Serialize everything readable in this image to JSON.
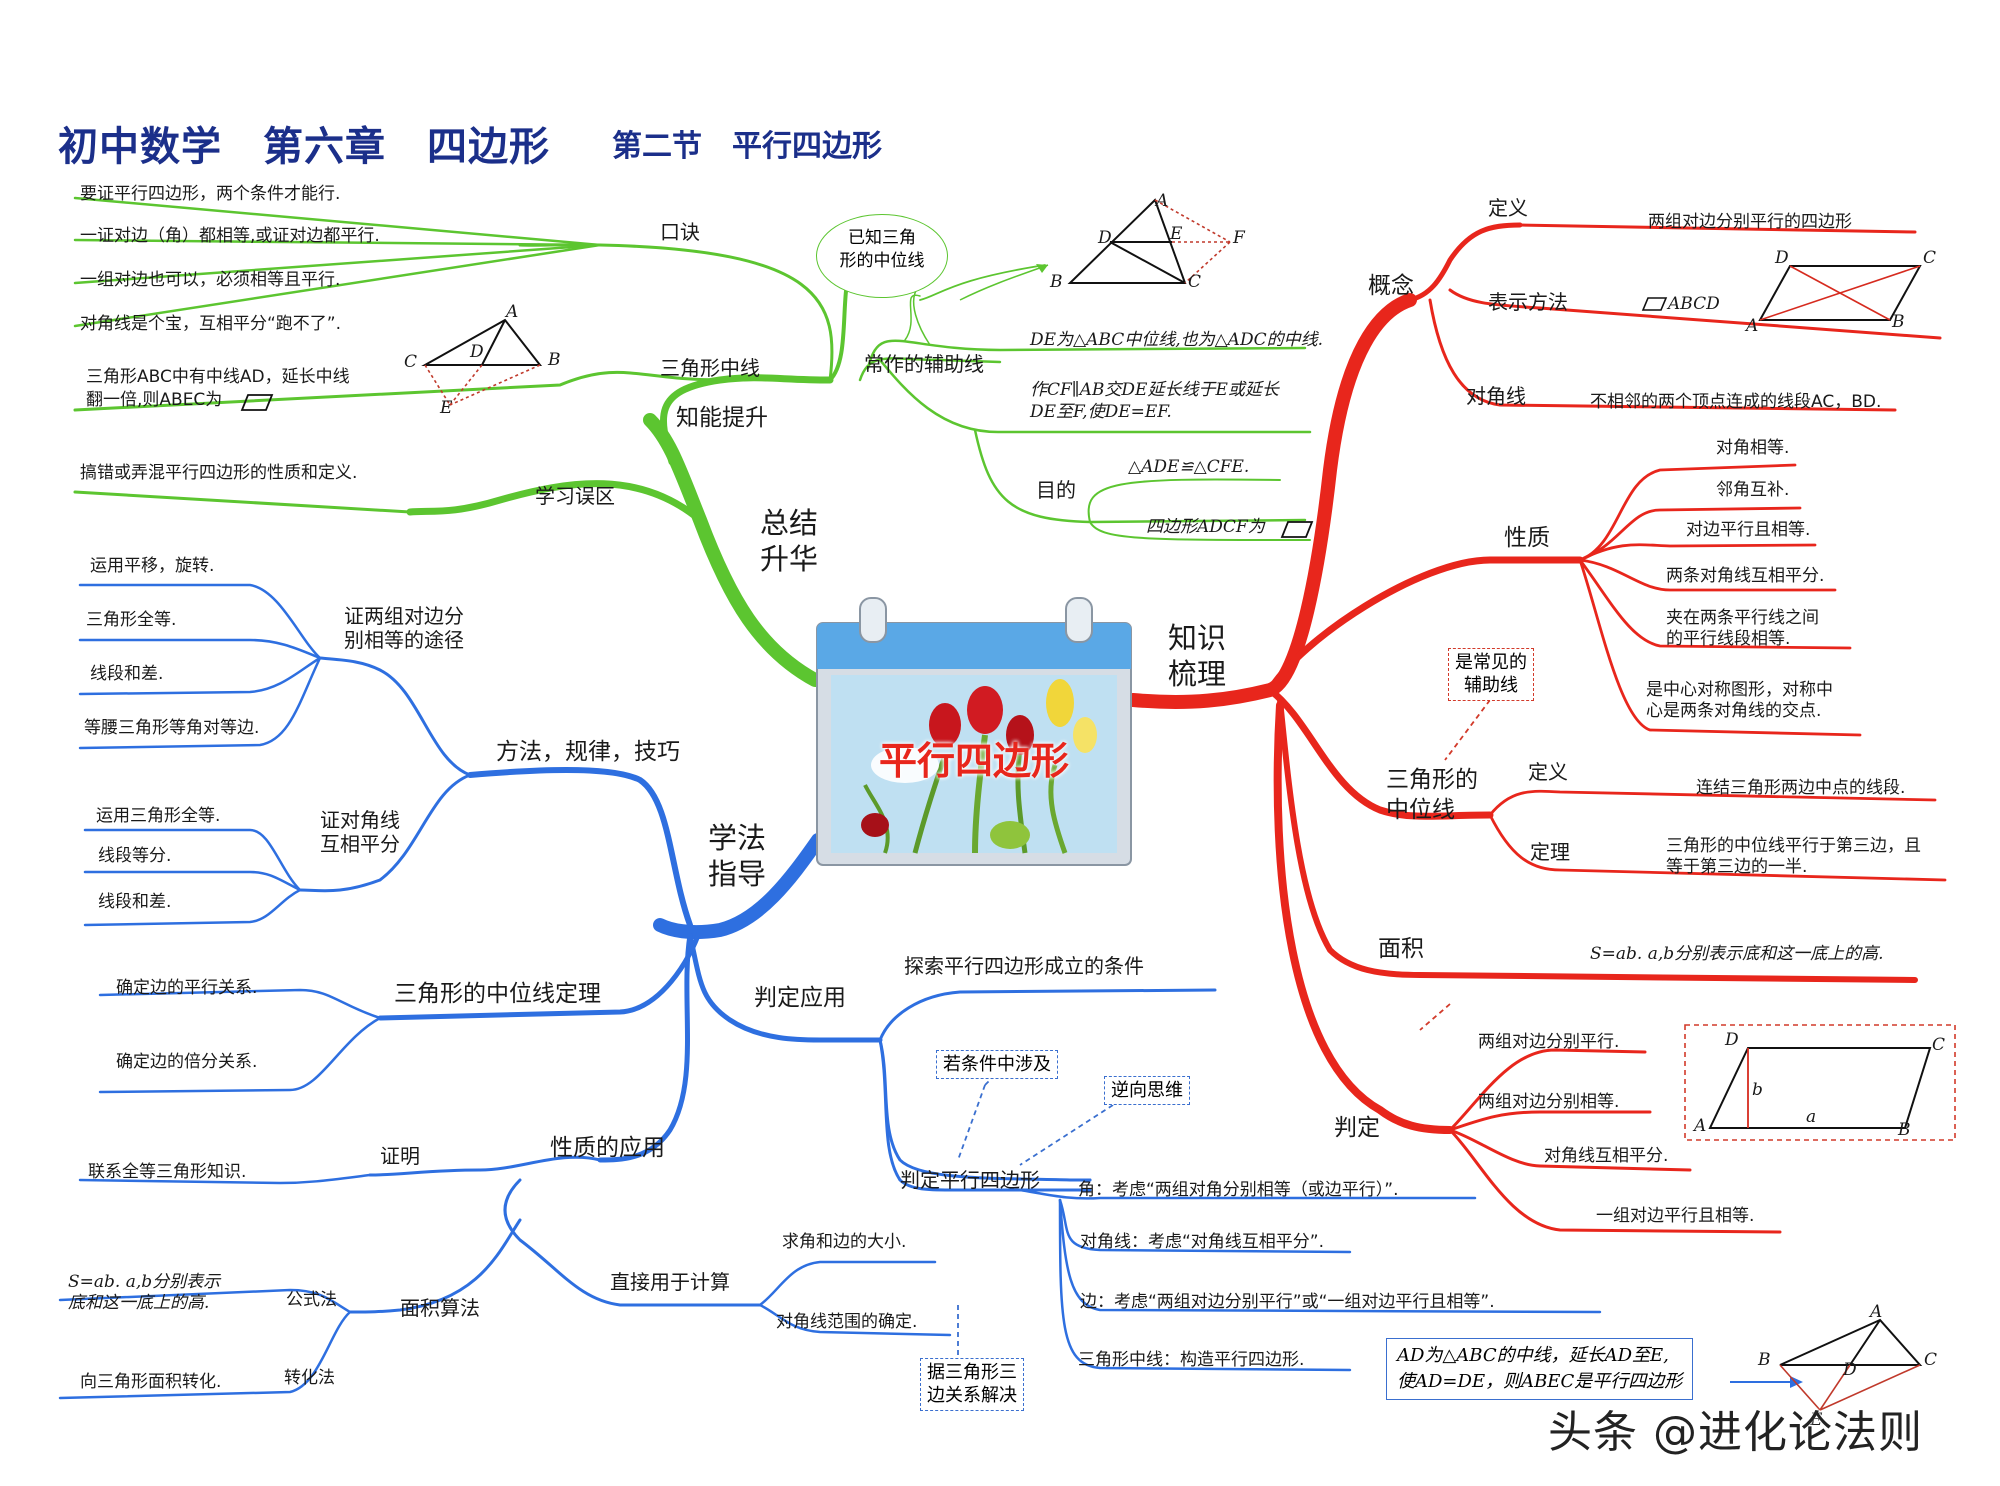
{
  "title": {
    "main": "初中数学　第六章　四边形",
    "section": "第二节　平行四边形"
  },
  "center": {
    "label": "平行四边形"
  },
  "branches": {
    "summary": {
      "label": "总结\n升华",
      "knowledge_up": {
        "label": "知能提升",
        "mnemonic": {
          "label": "口诀",
          "lines": [
            "要证平行四边形，两个条件才能行.",
            "一证对边（角）都相等,或证对边都平行.",
            "一组对边也可以，必须相等且平行.",
            "对角线是个宝，互相平分“跑不了”."
          ]
        },
        "median": {
          "label": "三角形中线",
          "text": [
            "三角形ABC中有中线AD，延长中线",
            "翻一倍,则ABEC为"
          ]
        },
        "aux": {
          "label": "常作的辅助线",
          "bubble": "已知三角\n形的中位线",
          "line1": "DE为△ABC中位线,也为△ADC的中线.",
          "line2": [
            "作CF∥AB交DE延长线于E或延长",
            "DE至F,使DE=EF."
          ],
          "purpose": {
            "label": "目的",
            "items": [
              "△ADE≌△CFE.",
              "四边形ADCF为"
            ]
          }
        }
      },
      "mistake": {
        "label": "学习误区",
        "text": "搞错或弄混平行四边形的性质和定义."
      }
    },
    "knowledge": {
      "label": "知识\n梳理",
      "concept": {
        "label": "概念",
        "definition": {
          "label": "定义",
          "text": "两组对边分别平行的四边形"
        },
        "notation": {
          "label": "表示方法",
          "text": "ABCD"
        },
        "diagonal": {
          "label": "对角线",
          "text": "不相邻的两个顶点连成的线段AC，BD."
        }
      },
      "property": {
        "label": "性质",
        "items": [
          "对角相等.",
          "邻角互补.",
          "对边平行且相等.",
          "两条对角线互相平分.",
          "夹在两条平行线之间\n的平行线段相等.",
          "是中心对称图形，对称中\n心是两条对角线的交点."
        ]
      },
      "midline": {
        "label": "三角形的\n中位线",
        "note": "是常见的\n辅助线",
        "definition": {
          "label": "定义",
          "text": "连结三角形两边中点的线段."
        },
        "theorem": {
          "label": "定理",
          "text": "三角形的中位线平行于第三边，且\n等于第三边的一半."
        }
      },
      "area": {
        "label": "面积",
        "text": "S=ab. a,b分别表示底和这一底上的高."
      },
      "criteria": {
        "label": "判定",
        "items": [
          "两组对边分别平行.",
          "两组对边分别相等.",
          "对角线互相平分.",
          "一组对边平行且相等."
        ]
      }
    },
    "methods": {
      "label": "学法\n指导",
      "techniques": {
        "label": "方法，规律，技巧",
        "equal_sides": {
          "label": "证两组对边分\n别相等的途径",
          "items": [
            "运用平移，旋转.",
            "三角形全等.",
            "线段和差.",
            "等腰三角形等角对等边."
          ]
        },
        "bisect": {
          "label": "证对角线\n互相平分",
          "items": [
            "运用三角形全等.",
            "线段等分.",
            "线段和差."
          ]
        }
      },
      "midline_thm": {
        "label": "三角形的中位线定理",
        "items": [
          "确定边的平行关系.",
          "确定边的倍分关系."
        ]
      },
      "application": {
        "label": "判定应用",
        "explore": "探索平行四边形成立的条件",
        "judge": {
          "label": "判定平行四边形",
          "note1": "若条件中涉及",
          "note2": "逆向思维",
          "items": [
            "角：考虑“两组对角分别相等（或边平行）”.",
            "对角线：考虑“对角线互相平分”.",
            "边：考虑“两组对边分别平行”或“一组对边平行且相等”.",
            "三角形中线：构造平行四边形."
          ],
          "box": "AD为△ABC的中线，延长AD至E,\n使AD=DE，则ABEC是平行四边形"
        }
      },
      "property_use": {
        "label": "性质的应用",
        "proof": {
          "label": "证明",
          "text": "联系全等三角形知识."
        },
        "area": {
          "label": "面积算法",
          "formula": {
            "label": "公式法",
            "text": "S=ab. a,b分别表示\n底和这一底上的高."
          },
          "convert": {
            "label": "转化法",
            "text": "向三角形面积转化."
          }
        },
        "compute": {
          "label": "直接用于计算",
          "items": [
            "求角和边的大小.",
            "对角线范围的确定."
          ],
          "note": "据三角形三\n边关系解决"
        }
      }
    }
  },
  "watermark": "头条 @进化论法则",
  "colors": {
    "green": "#5cc530",
    "red": "#e8261c",
    "blue": "#2e6fe0",
    "title": "#1b2f8a"
  }
}
